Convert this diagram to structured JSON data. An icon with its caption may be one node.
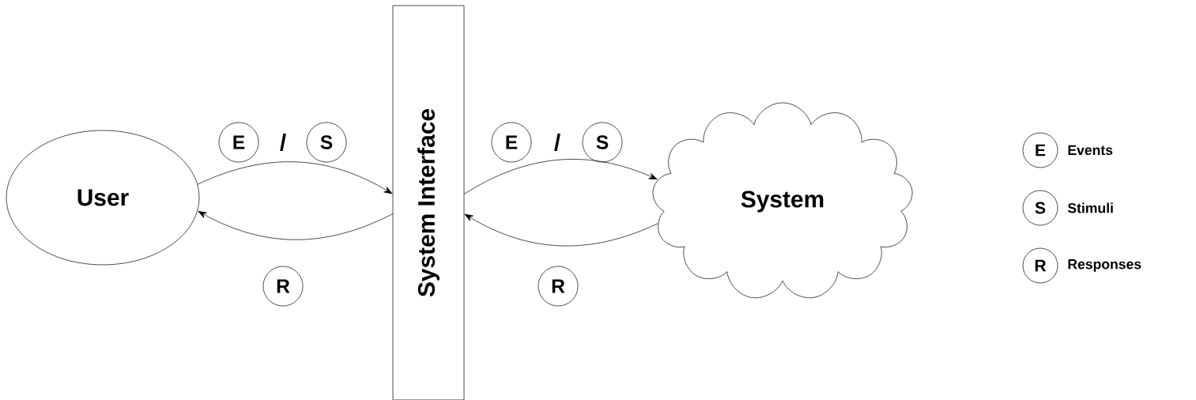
{
  "diagram": {
    "nodes": [
      {
        "text": [
          "User"
        ]
      },
      {
        "text": [
          "System Interface"
        ]
      },
      {
        "text": [
          "System"
        ]
      },
      {
        "text": [
          "E"
        ]
      },
      {
        "text": [
          "S"
        ]
      },
      {
        "text": [
          "R"
        ]
      },
      {
        "text": [
          "E"
        ]
      },
      {
        "text": [
          "S"
        ]
      },
      {
        "text": [
          "R"
        ]
      },
      {
        "text": [
          "E"
        ],
        "beside": [
          "Events"
        ]
      },
      {
        "text": [
          "S"
        ],
        "beside": [
          "Stimuli"
        ]
      },
      {
        "text": [
          "R"
        ],
        "beside": [
          "Responses"
        ]
      }
    ],
    "edges": [
      {
        "from": 0,
        "to": 1,
        "arrow": "to"
      },
      {
        "from": 1,
        "to": 0,
        "arrow": "to"
      },
      {
        "from": 1,
        "to": 2,
        "arrow": "to"
      },
      {
        "from": 2,
        "to": 1,
        "arrow": "to"
      }
    ],
    "labels": [
      "/",
      "/"
    ]
  }
}
